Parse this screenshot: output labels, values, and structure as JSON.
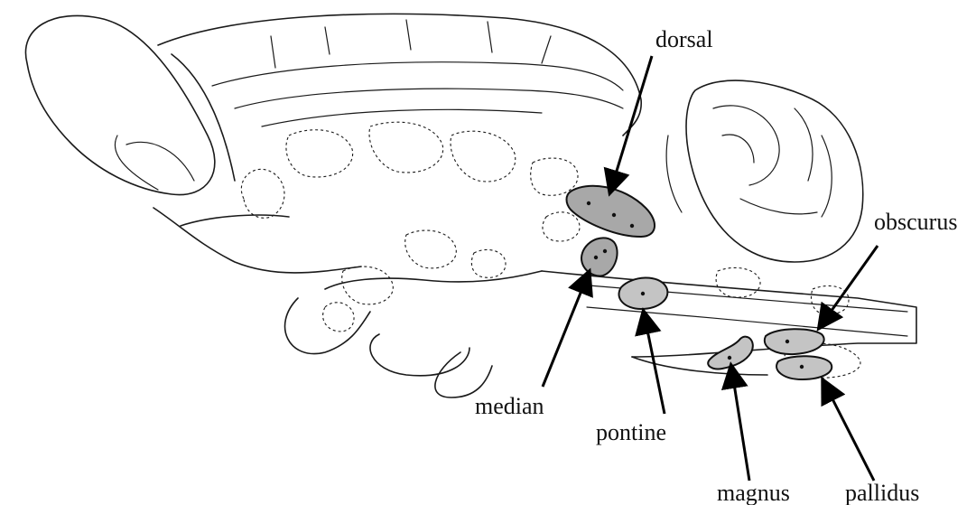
{
  "labels": {
    "dorsal": "dorsal",
    "obscurus": "obscurus",
    "median": "median",
    "pontine": "pontine",
    "magnus": "magnus",
    "pallidus": "pallidus"
  },
  "colors": {
    "nucleus_fill": "#a8a8a8",
    "nucleus_fill_light": "#c4c4c4",
    "line": "#1a1a1a"
  }
}
